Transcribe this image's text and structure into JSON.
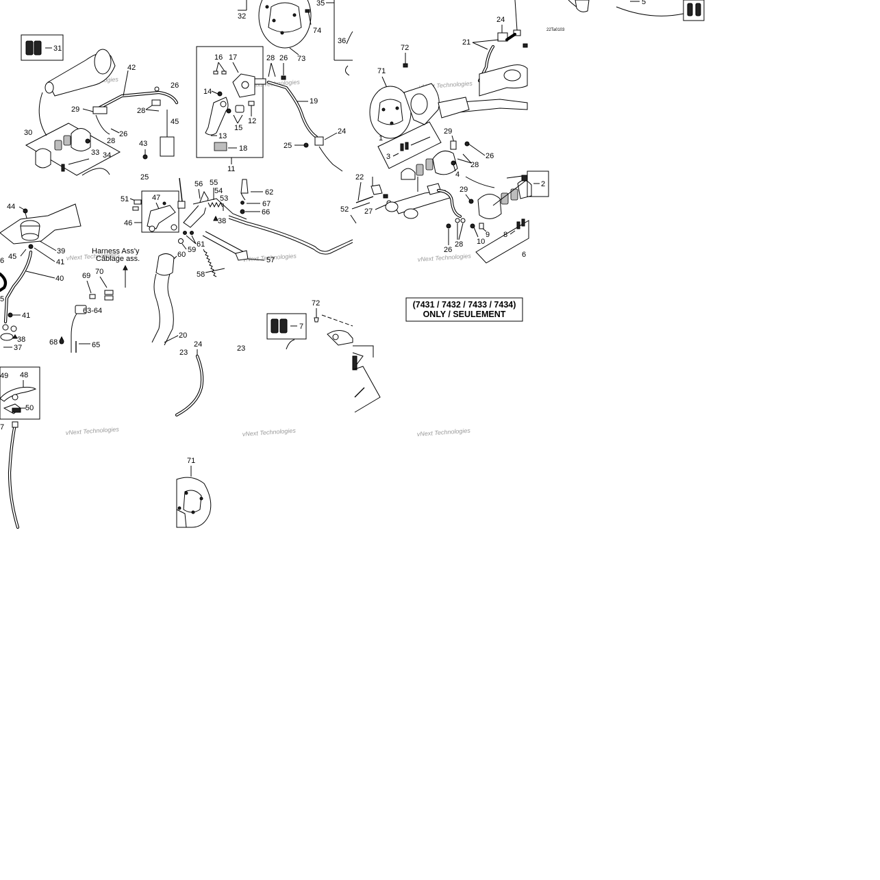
{
  "diagram": {
    "code": "22Ta0103",
    "caption_box": {
      "line1": "(7431 / 7432 / 7433 / 7434)",
      "line2": "ONLY / SEULEMENT"
    },
    "harness_label": {
      "line1": "Harness Ass'y",
      "line2": "Câblage ass."
    },
    "watermark": "vNext Technologies",
    "callouts": {
      "c32": "32",
      "c35": "35",
      "c74": "74",
      "c73": "73",
      "c36": "36",
      "c24a": "24",
      "c21": "21",
      "c72a": "72",
      "c71a": "71",
      "c5": "5",
      "c31": "31",
      "c42": "42",
      "c26a": "26",
      "c28a": "28",
      "c29a": "29",
      "c30": "30",
      "c26b": "26",
      "c28b": "28",
      "c33": "33",
      "c34": "34",
      "c43": "43",
      "c45a": "45",
      "c25a": "25",
      "c16": "16",
      "c17": "17",
      "c28c": "28",
      "c26c": "26",
      "c14": "14",
      "c12": "12",
      "c15": "15",
      "c13": "13",
      "c18": "18",
      "c11": "11",
      "c19": "19",
      "c24b": "24",
      "c25b": "25",
      "c1": "1",
      "c3": "3",
      "c29b": "29",
      "c26d": "26",
      "c28d": "28",
      "c4": "4",
      "c2": "2",
      "c22": "22",
      "c52": "52",
      "c27": "27",
      "c29c": "29",
      "c9": "9",
      "c10": "10",
      "c26e": "26",
      "c28e": "28",
      "c8": "8",
      "c6": "6",
      "c44": "44",
      "c39": "39",
      "c45b": "45",
      "c41a": "41",
      "c40": "40",
      "c6b": "6",
      "c51": "51",
      "c47": "47",
      "c46": "46",
      "c56": "56",
      "c55": "55",
      "c54": "54",
      "c53": "53",
      "c62": "62",
      "c67": "67",
      "c66": "66",
      "c38a": "38",
      "c61": "61",
      "c59": "59",
      "c60": "60",
      "c57": "57",
      "c58": "58",
      "c69": "69",
      "c70": "70",
      "c6364": "63-64",
      "c5b": "5",
      "c41b": "41",
      "c38b": "38",
      "c37": "37",
      "c68": "68",
      "c65": "65",
      "c20": "20",
      "c24c": "24",
      "c23a": "23",
      "c23b": "23",
      "c72b": "72",
      "c7": "7",
      "c49": "49",
      "c48": "48",
      "c50": "50",
      "c71b": "71"
    }
  }
}
